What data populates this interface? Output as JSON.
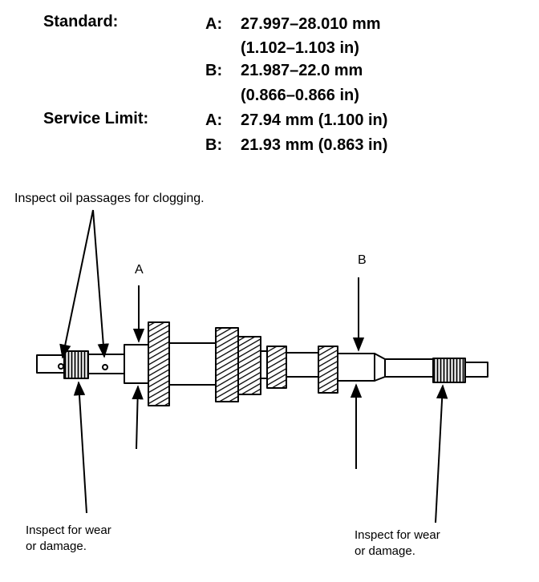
{
  "spec_table": {
    "standard": {
      "label": "Standard:",
      "a": {
        "letter": "A:",
        "mm": "27.997–28.010 mm",
        "inch": "(1.102–1.103 in)"
      },
      "b": {
        "letter": "B:",
        "mm": "21.987–22.0 mm",
        "inch": "(0.866–0.866 in)"
      }
    },
    "service_limit": {
      "label": "Service Limit:",
      "a": {
        "letter": "A:",
        "value": "27.94 mm (1.100 in)"
      },
      "b": {
        "letter": "B:",
        "value": "21.93 mm (0.863 in)"
      }
    }
  },
  "diagram": {
    "note_oil": "Inspect oil passages for clogging.",
    "label_a": "A",
    "label_b": "B",
    "note_wear_left": [
      "Inspect for wear",
      "or damage."
    ],
    "note_wear_right": [
      "Inspect for wear",
      "or damage."
    ]
  }
}
